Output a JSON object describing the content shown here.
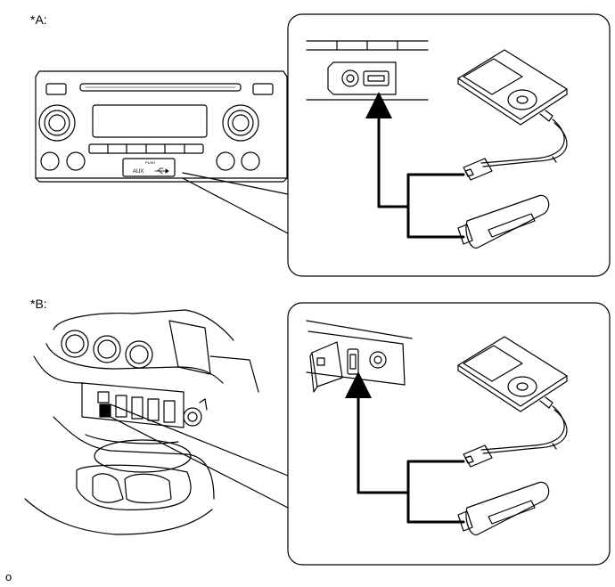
{
  "labels": {
    "a": "*A:",
    "b": "*B:",
    "footer": "o"
  },
  "radio": {
    "aux_label": "AUX",
    "push_label": "PUSH"
  },
  "colors": {
    "line": "#000000",
    "background": "#ffffff"
  },
  "icons": [
    "usb-icon",
    "media-player-icon",
    "usb-flash-drive-icon",
    "arrow-up-icon"
  ]
}
